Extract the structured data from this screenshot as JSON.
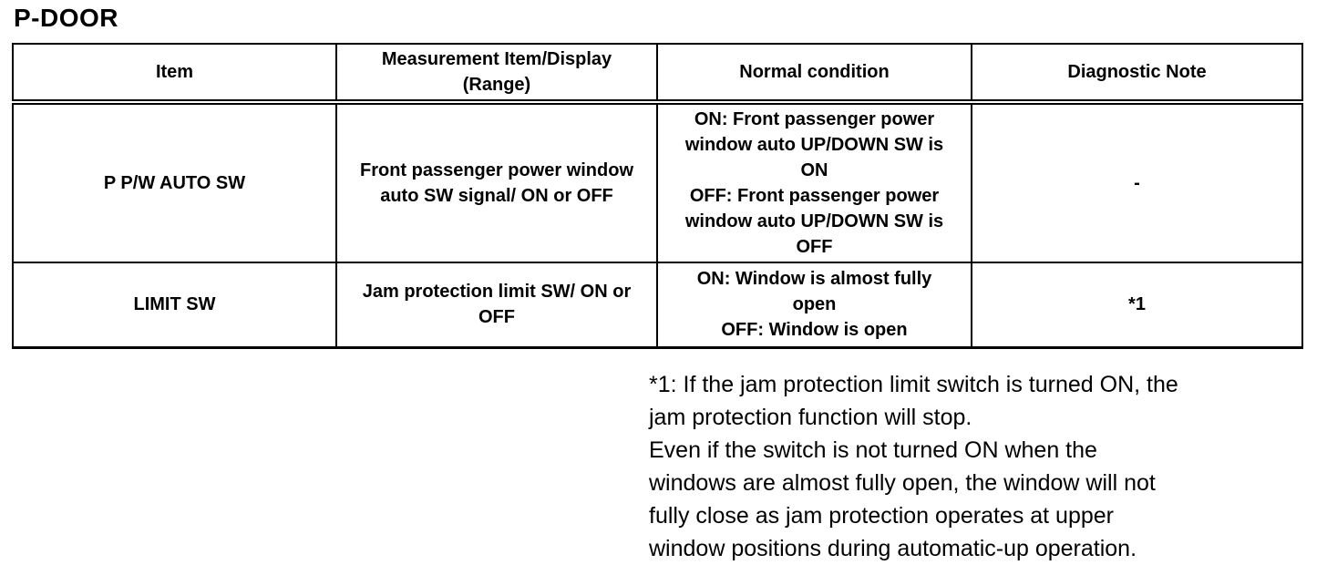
{
  "page": {
    "title": "P-DOOR"
  },
  "table": {
    "columns": [
      "Item",
      "Measurement Item/Display\n(Range)",
      "Normal condition",
      "Diagnostic Note"
    ],
    "rows": [
      {
        "item": "P P/W AUTO SW",
        "measurement": "Front passenger power window\nauto SW signal/ ON or OFF",
        "normal_condition": "ON: Front passenger power\nwindow auto UP/DOWN SW is\nON\nOFF: Front passenger power\nwindow auto UP/DOWN SW is\nOFF",
        "diagnostic_note": "-"
      },
      {
        "item": "LIMIT SW",
        "measurement": "Jam protection limit SW/ ON or\nOFF",
        "normal_condition": "ON: Window is almost fully\nopen\nOFF: Window is open",
        "diagnostic_note": "*1"
      }
    ]
  },
  "footnote": {
    "lines": [
      "*1: If the jam protection limit switch is turned ON, the",
      "jam protection function will stop.",
      "Even if the switch is not turned ON when the",
      "windows are almost fully open, the window will not",
      "fully close as jam protection operates at upper",
      "window positions during automatic-up operation."
    ]
  }
}
